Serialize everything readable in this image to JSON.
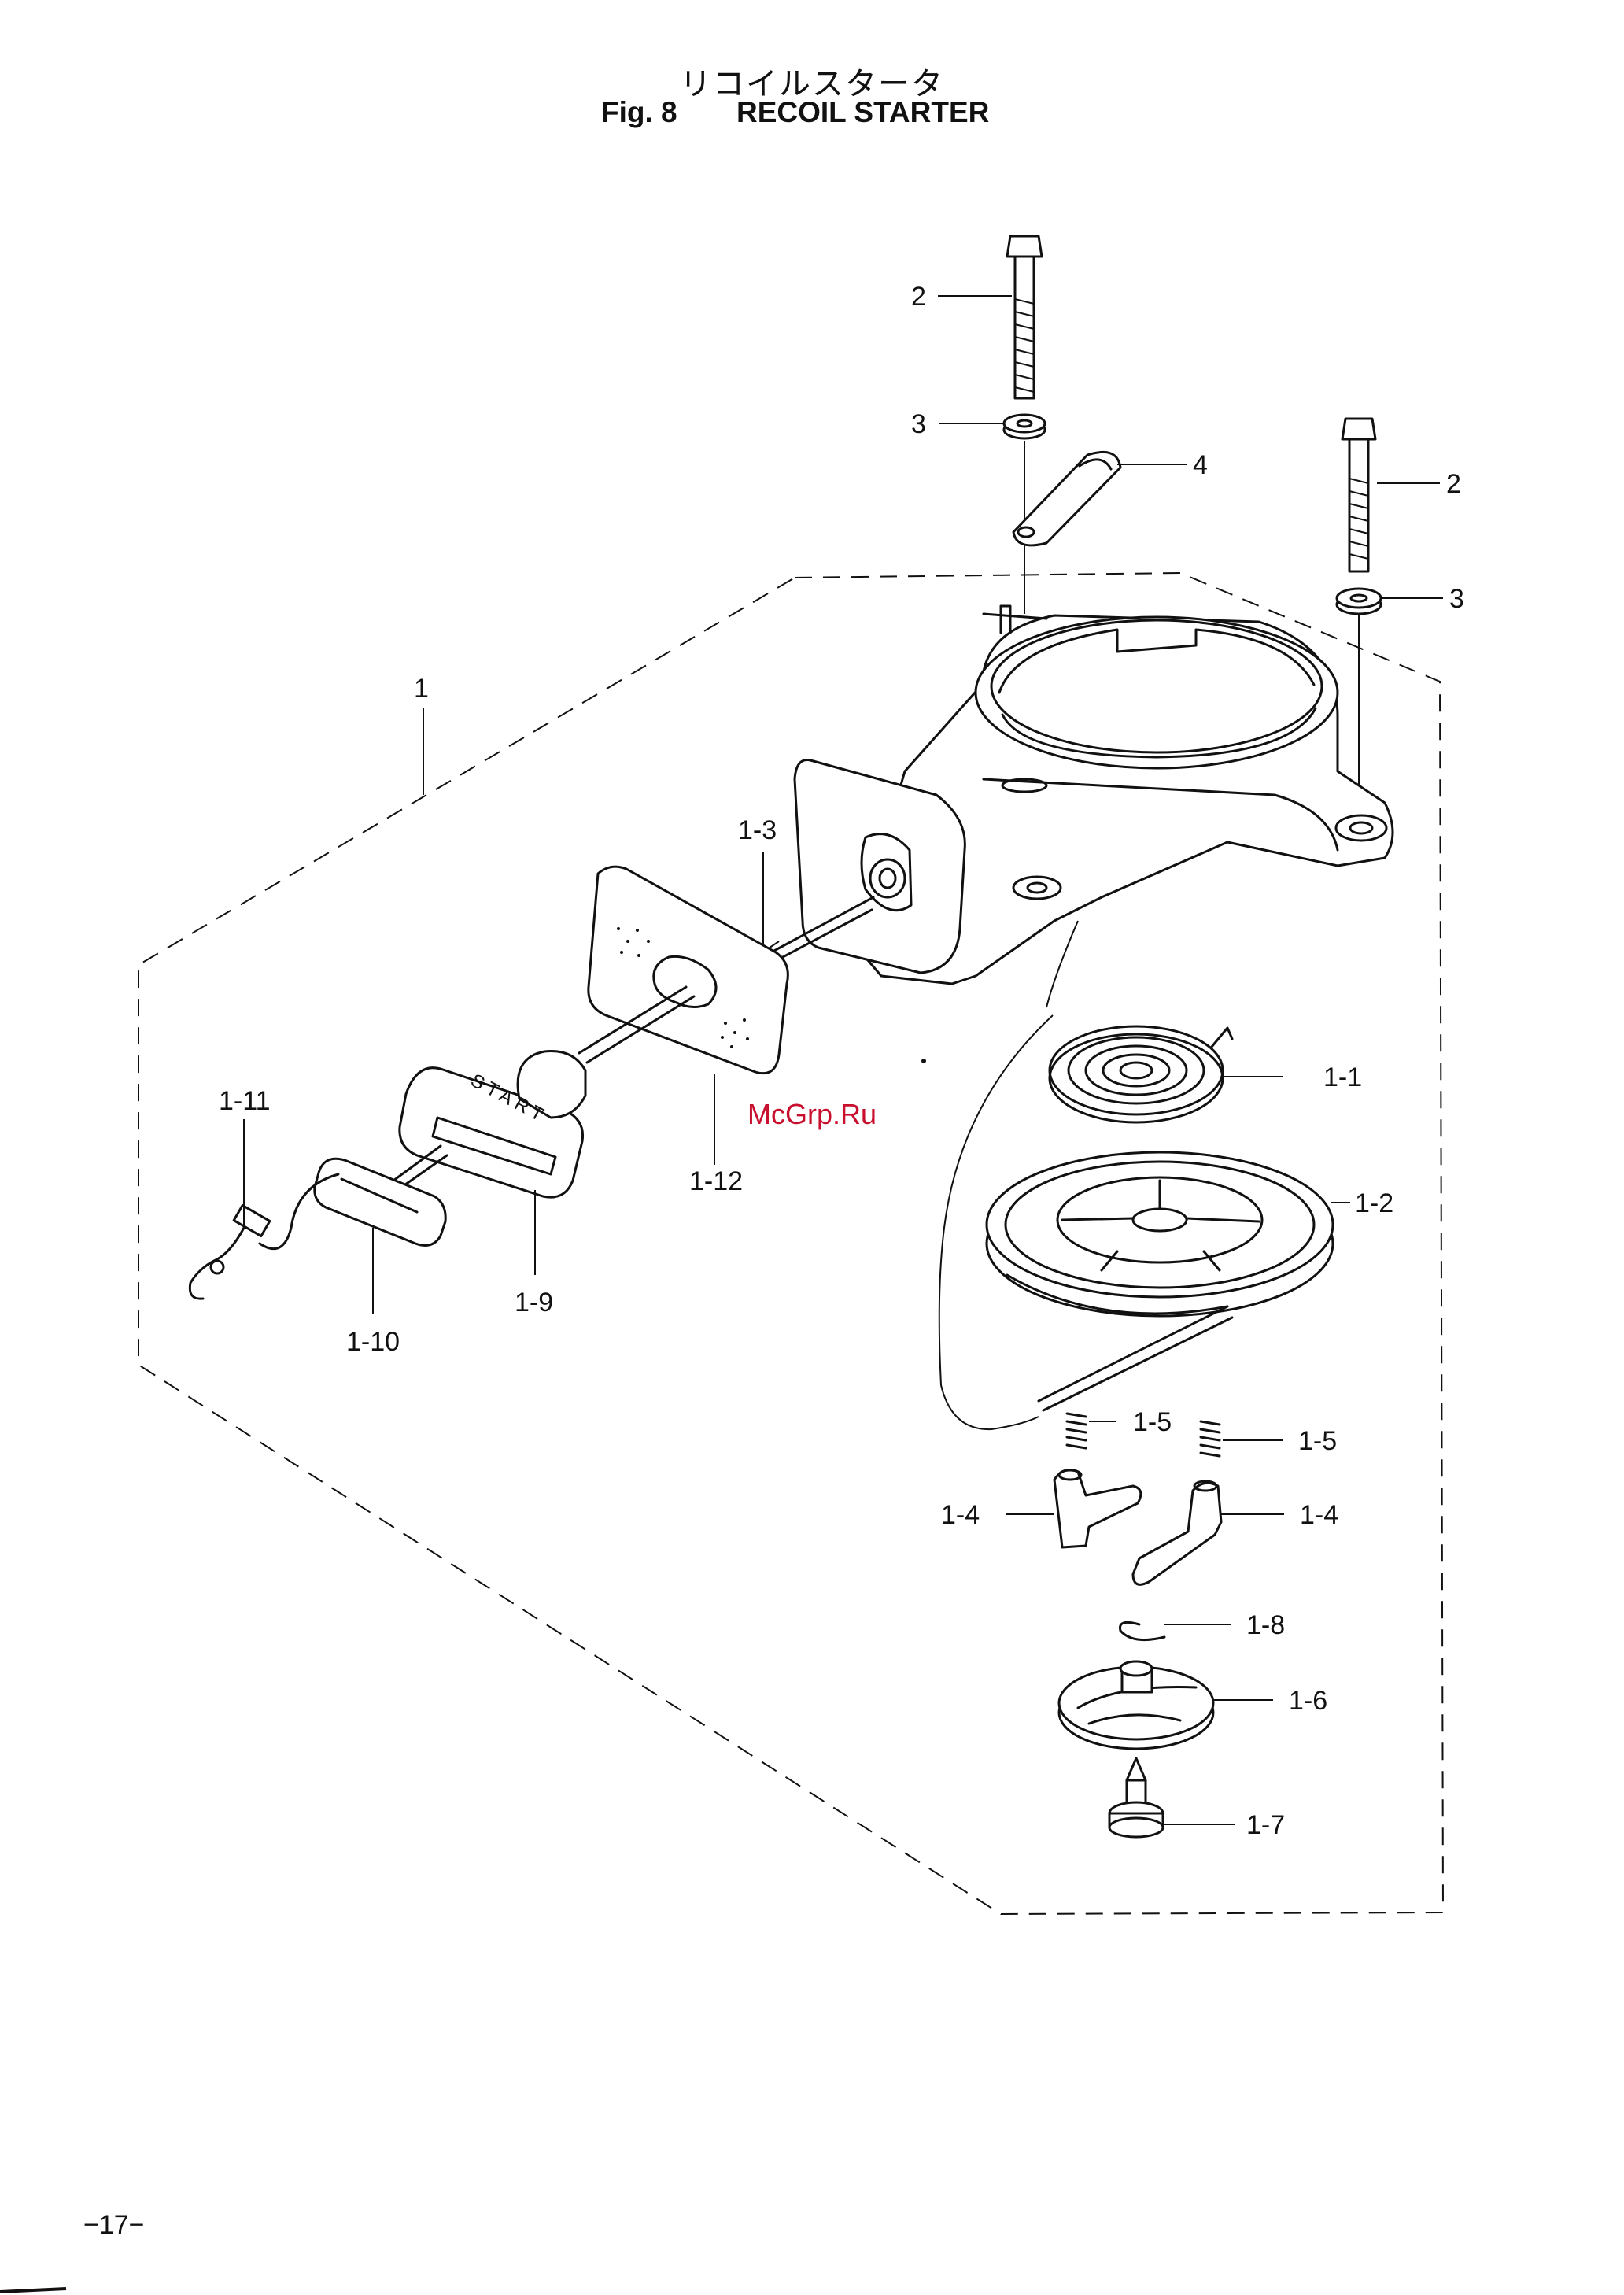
{
  "header": {
    "title_jp": "リコイルスタータ",
    "fig_label": "Fig. 8",
    "title_en": "RECOIL STARTER"
  },
  "watermark": "McGrp.Ru",
  "page_number": "−17−",
  "callouts": {
    "c1": "1",
    "c2a": "2",
    "c2b": "2",
    "c3a": "3",
    "c3b": "3",
    "c4": "4",
    "c1_1": "1-1",
    "c1_2": "1-2",
    "c1_3": "1-3",
    "c1_4a": "1-4",
    "c1_4b": "1-4",
    "c1_5a": "1-5",
    "c1_5b": "1-5",
    "c1_6": "1-6",
    "c1_7": "1-7",
    "c1_8": "1-8",
    "c1_9": "1-9",
    "c1_10": "1-10",
    "c1_11": "1-11",
    "c1_12": "1-12"
  },
  "handle_text": "START",
  "colors": {
    "ink": "#111111",
    "watermark": "#c8102e"
  }
}
